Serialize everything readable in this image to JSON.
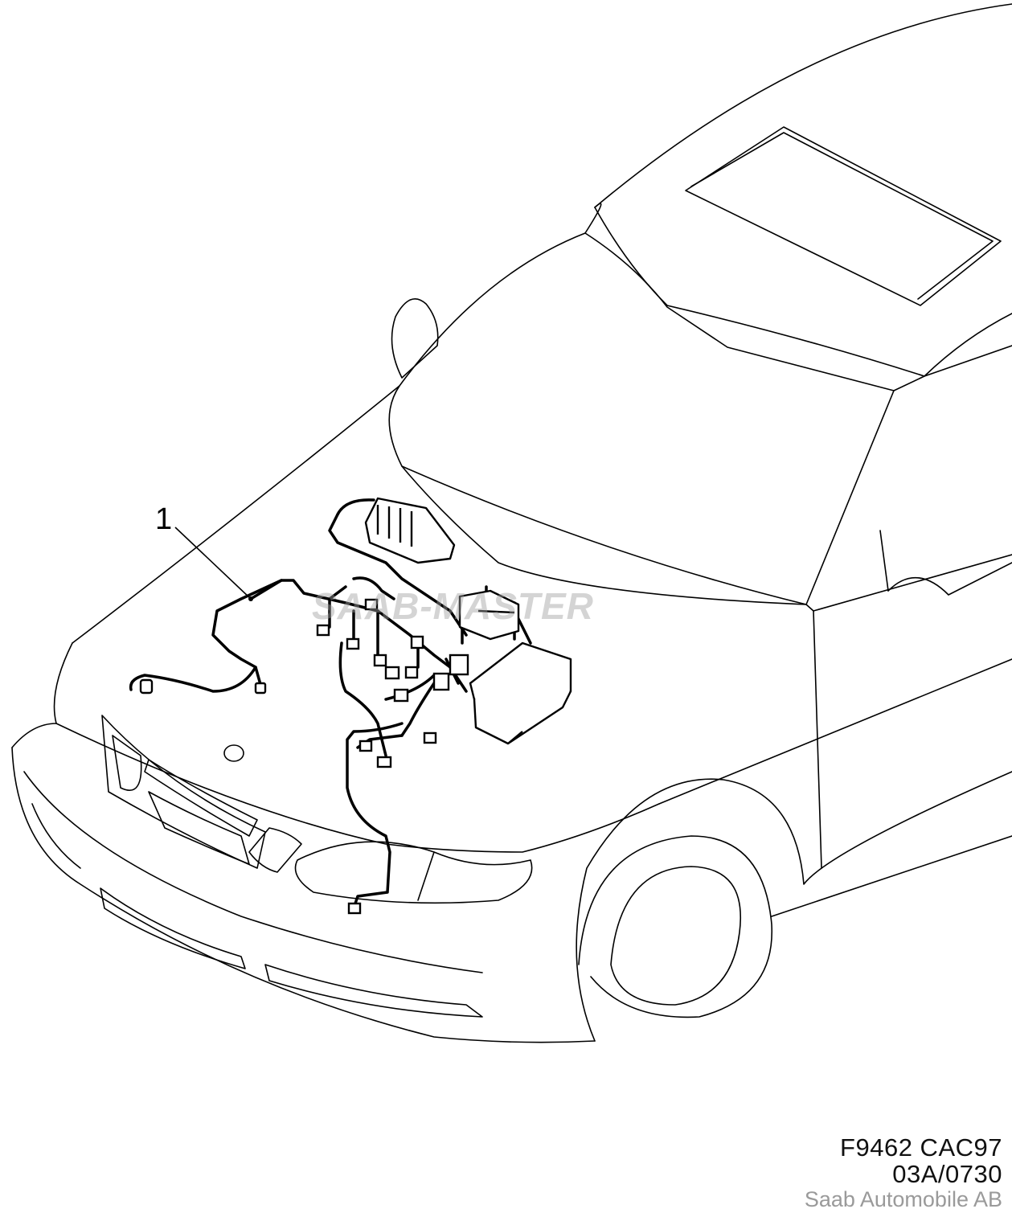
{
  "diagram": {
    "callouts": [
      {
        "label": "1"
      }
    ],
    "watermark": "SAAB-MASTER",
    "caption": {
      "code": "F9462 CAC97",
      "reference": "03A/0730",
      "manufacturer": "Saab Automobile AB"
    }
  }
}
